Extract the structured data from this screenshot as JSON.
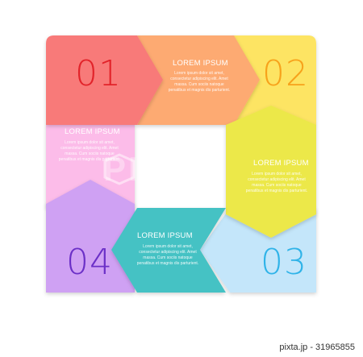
{
  "colors": {
    "red": "#f87a79",
    "orange": "#fdaa72",
    "yellow": "#fde464",
    "lime": "#ece84a",
    "lightblue": "#c4e6fa",
    "teal": "#45c2c4",
    "violet": "#cfa1f3",
    "pink": "#fcbce9",
    "num1": "#e2232a",
    "num2": "#f7a21b",
    "num3": "#2fb3e8",
    "num4": "#6b2fc7"
  },
  "steps": [
    {
      "number": "01"
    },
    {
      "number": "02"
    },
    {
      "number": "03"
    },
    {
      "number": "04"
    }
  ],
  "blocks": {
    "top": {
      "title": "LOREM IPSUM",
      "text": "Lorem ipsum dolor sit amet, consectetur adipiscing elit. Amet massa. Cum sociis natoque penatibus et magnis dis parturient."
    },
    "right": {
      "title": "LOREM IPSUM",
      "text": "Lorem ipsum dolor sit amet, consectetur adipiscing elit. Amet massa. Cum sociis natoque penatibus et magnis dis parturient."
    },
    "bottom": {
      "title": "LOREM IPSUM",
      "text": "Lorem ipsum dolor sit amet, consectetur adipiscing elit. Amet massa. Cum sociis natoque penatibus et magnis dis parturient."
    },
    "left": {
      "title": "LOREM IPSUM",
      "text": "Lorem ipsum dolor sit amet, consectetur adipiscing elit. Amet massa. Cum sociis natoque penatibus et magnis dis parturient."
    }
  },
  "watermark": {
    "text": "PIXTA"
  },
  "footer": {
    "text": "pixta.jp - 31965855"
  }
}
